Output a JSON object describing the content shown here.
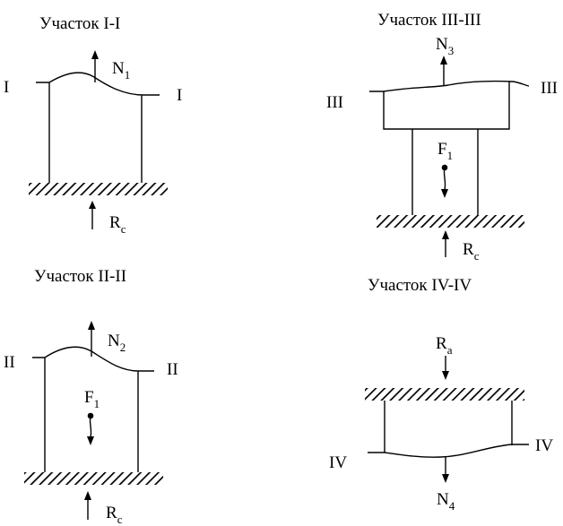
{
  "sections": [
    {
      "title": "Участок I-I",
      "cut_left": "I",
      "cut_right": "I",
      "force_top": {
        "main": "N",
        "sub": "1"
      },
      "reaction_bottom": {
        "main": "R",
        "sub": "c"
      }
    },
    {
      "title": "Участок II-II",
      "cut_left": "II",
      "cut_right": "II",
      "force_top": {
        "main": "N",
        "sub": "2"
      },
      "applied_force": {
        "main": "F",
        "sub": "1"
      },
      "reaction_bottom": {
        "main": "R",
        "sub": "c"
      }
    },
    {
      "title": "Участок III-III",
      "cut_left": "III",
      "cut_right": "III",
      "force_top": {
        "main": "N",
        "sub": "3"
      },
      "applied_force": {
        "main": "F",
        "sub": "1"
      },
      "reaction_bottom": {
        "main": "R",
        "sub": "c"
      }
    },
    {
      "title": "Участок IV-IV",
      "cut_left": "IV",
      "cut_right": "IV",
      "reaction_top": {
        "main": "R",
        "sub": "a"
      },
      "force_bottom": {
        "main": "N",
        "sub": "4"
      }
    }
  ]
}
